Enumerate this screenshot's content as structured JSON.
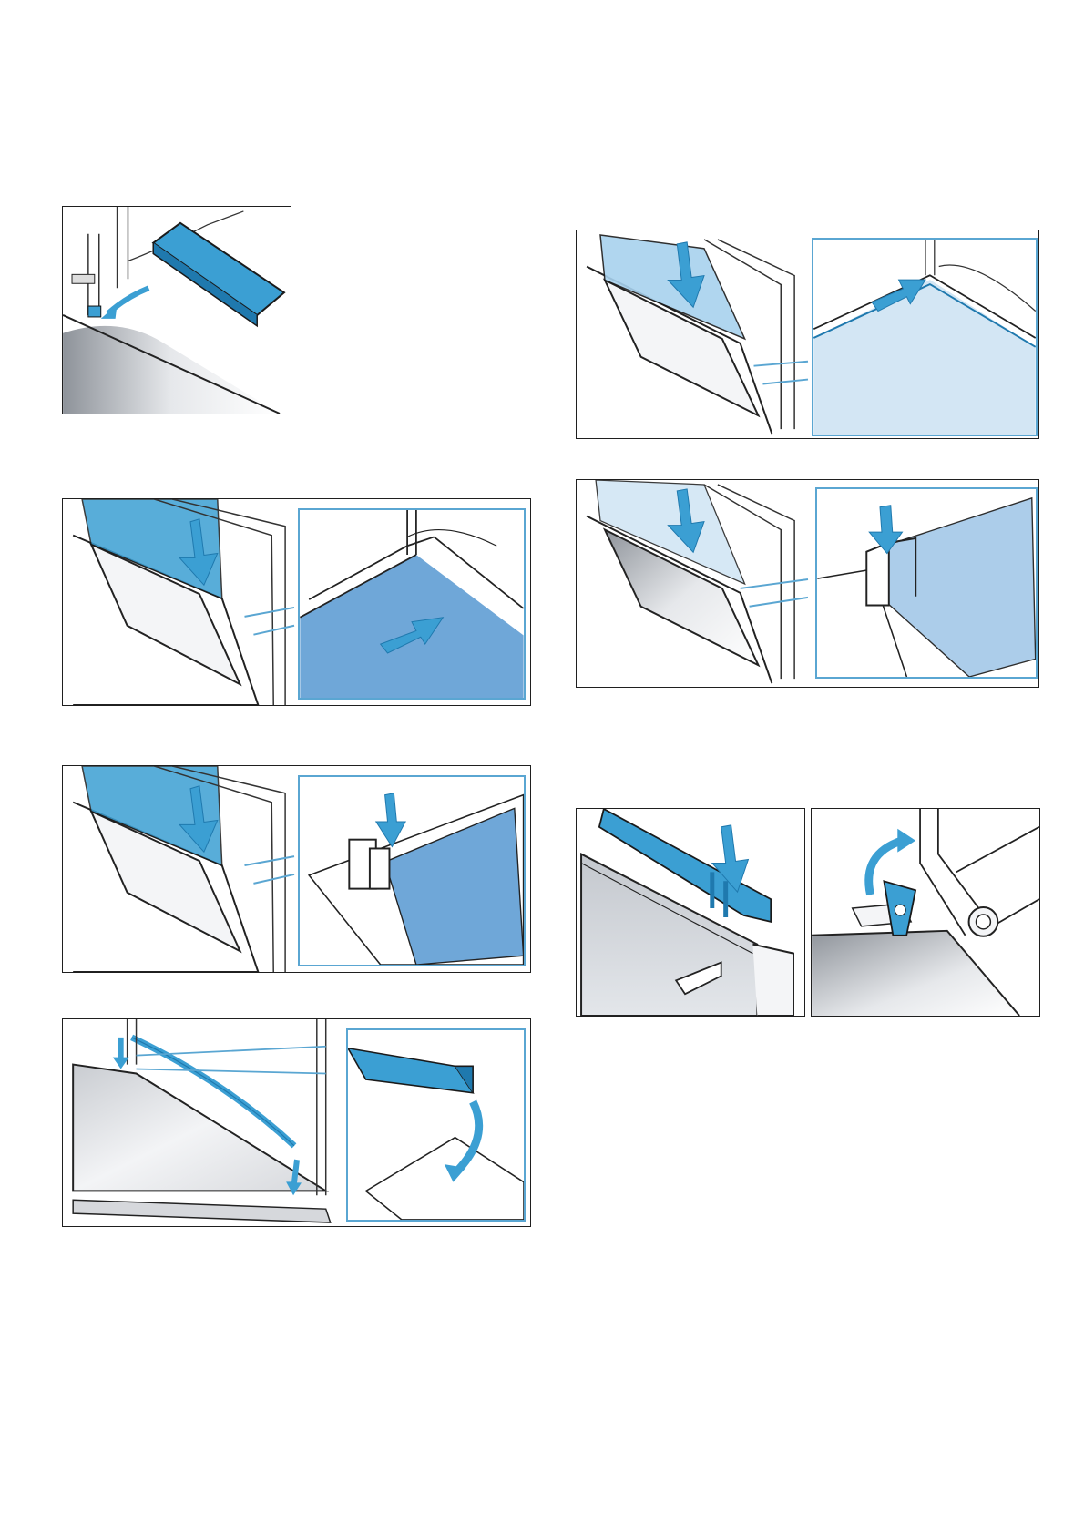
{
  "page": {
    "background": "#ffffff",
    "panel_border": "#1f1f1f",
    "inset_border": "#5aa6d2",
    "accent_blue": "#3b9fd3",
    "accent_blue_dark": "#1f79ae",
    "glass_blue": "#9fcbe8",
    "glass_light": "#d8eaf6",
    "metal_grey": "#c9ccd1"
  },
  "figures": [
    {
      "name": "figure-remove-cover-strip",
      "icon": "arrow-curved-icon"
    },
    {
      "name": "figure-insert-inner-pane",
      "icon": "arrow-down-icon"
    },
    {
      "name": "figure-insert-middle-pane",
      "icon": "arrow-down-icon"
    },
    {
      "name": "figure-refit-seal-strip",
      "icon": "arrow-down-icon"
    },
    {
      "name": "figure-insert-pane-push-back",
      "icon": "arrow-right-icon"
    },
    {
      "name": "figure-insert-pane-into-holder",
      "icon": "arrow-down-icon"
    },
    {
      "name": "figure-fit-cover-strip",
      "icon": "arrow-down-icon"
    },
    {
      "name": "figure-close-hinge-lever",
      "icon": "arrow-rotate-icon"
    }
  ]
}
